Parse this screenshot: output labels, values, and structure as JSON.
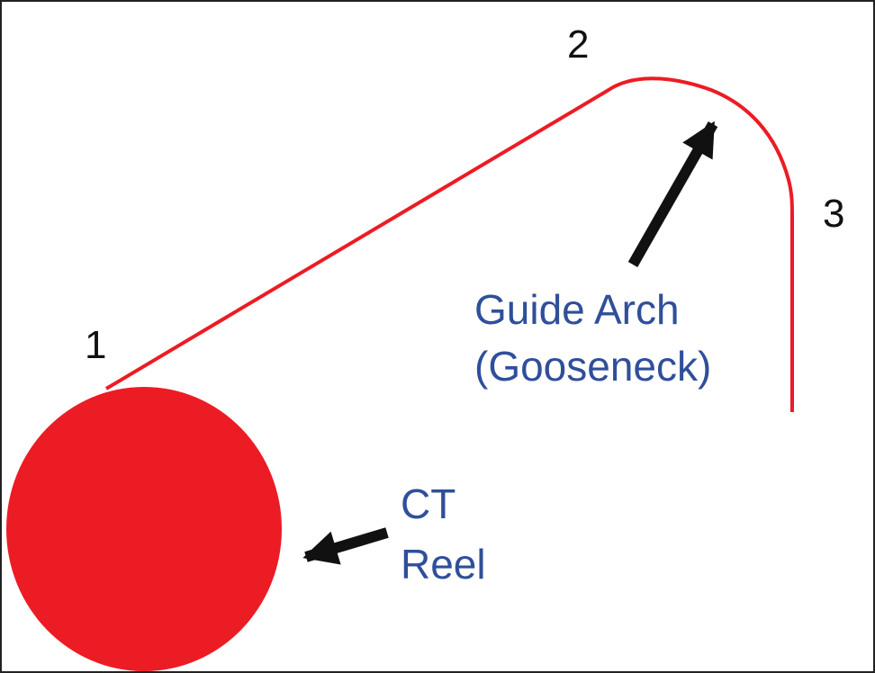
{
  "colors": {
    "tubing": "#ec1c24",
    "reel": "#ec1c24",
    "arrow": "#111111",
    "label_text": "#2f4f9a",
    "point_text": "#111111",
    "border": "#222222",
    "background": "#ffffff"
  },
  "points": [
    {
      "id": "1",
      "label": "1"
    },
    {
      "id": "2",
      "label": "2"
    },
    {
      "id": "3",
      "label": "3"
    }
  ],
  "guide_arch": {
    "line1": "Guide Arch",
    "line2": "(Gooseneck)"
  },
  "ct_reel": {
    "line1": "CT",
    "line2": "Reel"
  }
}
